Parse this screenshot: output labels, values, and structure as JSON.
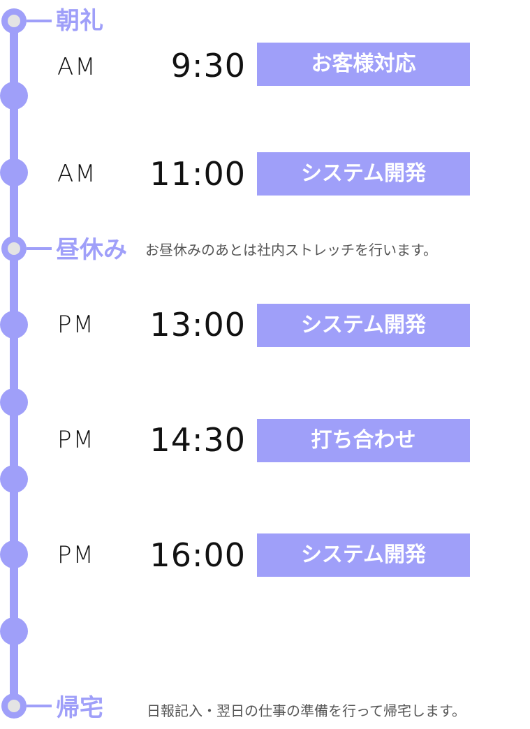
{
  "milestones": {
    "morning": {
      "label": "朝礼"
    },
    "lunch": {
      "label": "昼休み",
      "note": "お昼休みのあとは社内ストレッチを行います。"
    },
    "home": {
      "label": "帰宅",
      "note": "日報記入・翌日の仕事の準備を行って帰宅します。"
    }
  },
  "schedule": [
    {
      "ampm": "AM",
      "time": "9:30",
      "event": "お客様対応"
    },
    {
      "ampm": "AM",
      "time": "11:00",
      "event": "システム開発"
    },
    {
      "ampm": "PM",
      "time": "13:00",
      "event": "システム開発"
    },
    {
      "ampm": "PM",
      "time": "14:30",
      "event": "打ち合わせ"
    },
    {
      "ampm": "PM",
      "time": "16:00",
      "event": "システム開発"
    }
  ],
  "colors": {
    "accent": "#9f9ff9",
    "dot_inner": "#e4e4e4",
    "text": "#111111",
    "note_text": "#555555"
  }
}
